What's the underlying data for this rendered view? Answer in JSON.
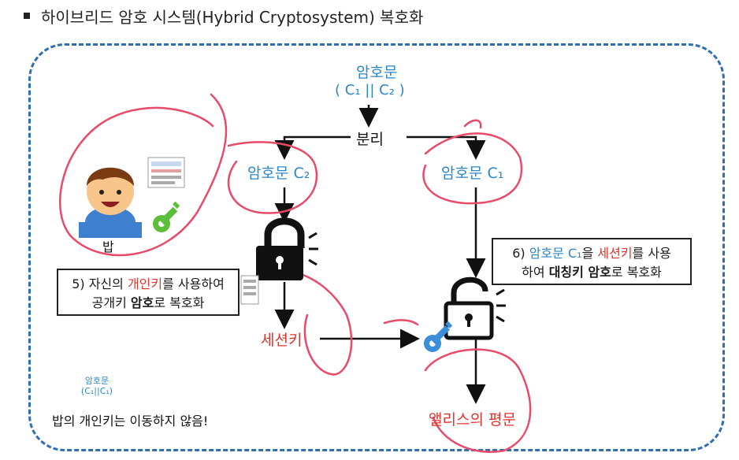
{
  "title": "하이브리드 암호 시스템(Hybrid Cryptosystem) 복호화",
  "colors": {
    "frame": "#2f6fb0",
    "blue_text": "#2e86c8",
    "red_text": "#e0342c",
    "scribble": "#e84a6a",
    "key_green": "#5cbf3a",
    "key_blue": "#3a8fd8"
  },
  "top_node": {
    "label": "암호문",
    "formula": "( C₁ || C₂ )"
  },
  "split_label": "분리",
  "left_branch": {
    "label": "암호문 C₂"
  },
  "right_branch": {
    "label": "암호문 C₁"
  },
  "bob": {
    "name": "밥",
    "icon": "boy-avatar-icon",
    "key_icon": "green-key-icon",
    "doc_icon": "document-icon"
  },
  "step5": {
    "line1_pre": "5) 자신의 ",
    "line1_red": "개인키",
    "line1_post": "를 사용하여",
    "line2_pre": "공개키 ",
    "line2_bold": "암호",
    "line2_post": "로 복호화"
  },
  "step6": {
    "line1_num": "6) ",
    "line1_blue": "암호문 C₁",
    "line1_mid": "을 ",
    "line1_red": "세션키",
    "line1_post": "를 사용",
    "line2_pre": "하여 ",
    "line2_bold": "대칭키 암호",
    "line2_post": "로 복호화"
  },
  "session_key_label": "세션키",
  "plaintext_label": "앨리스의 평문",
  "small_cipher": {
    "label": "암호문",
    "formula": "(C₁||C₁)"
  },
  "note": "밥의 개인키는 이동하지 않음!",
  "icons": [
    "locked-padlock-icon",
    "unlocked-padlock-icon",
    "blue-key-icon"
  ]
}
